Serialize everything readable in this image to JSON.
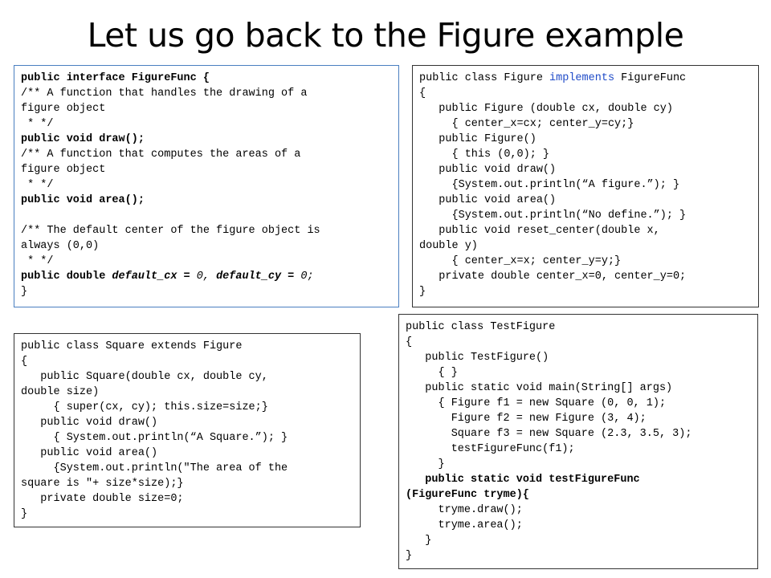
{
  "title": "Let us go back to the Figure example",
  "interface_box": {
    "lines": [
      "public interface FigureFunc {",
      "/** A function that handles the drawing of a",
      "figure object",
      " * */",
      "public void draw();",
      "/** A function that computes the areas of a",
      "figure object",
      " * */",
      "public void area();",
      "",
      "/** The default center of the figure object is",
      "always (0,0)",
      " * */",
      "public double ",
      "default_cx = ",
      "0, ",
      "default_cy = ",
      "0;",
      "}"
    ]
  },
  "figure_box": {
    "line1_a": "public class Figure ",
    "line1_kw": "implements",
    "line1_b": " FigureFunc",
    "lines": [
      "{",
      "   public Figure (double cx, double cy)",
      "     { center_x=cx; center_y=cy;}",
      "   public Figure()",
      "     { this (0,0); }",
      "   public void draw()",
      "     {System.out.println(“A figure.”); }",
      "   public void area()",
      "     {System.out.println(“No define.”); }",
      "   public void reset_center(double x,",
      "double y)",
      "     { center_x=x; center_y=y;}",
      "   private double center_x=0, center_y=0;",
      "}"
    ]
  },
  "square_box": {
    "lines": [
      "public class Square extends Figure",
      "{",
      "   public Square(double cx, double cy,",
      "double size)",
      "     { super(cx, cy); this.size=size;}",
      "   public void draw()",
      "     { System.out.println(“A Square.”); }",
      "   public void area()",
      "     {System.out.println(\"The area of the",
      "square is \"+ size*size);}",
      "   private double size=0;",
      "}"
    ]
  },
  "test_box": {
    "lines": [
      "public class TestFigure",
      "{",
      "   public TestFigure()",
      "     { }",
      "   public static void main(String[] args)",
      "     { Figure f1 = new Square (0, 0, 1);",
      "       Figure f2 = new Figure (3, 4);",
      "       Square f3 = new Square (2.3, 3.5, 3);",
      "       testFigureFunc(f1);",
      "     }",
      "   public static void testFigureFunc",
      "(FigureFunc tryme){",
      "     tryme.draw();",
      "     tryme.area();",
      "   }",
      "}"
    ]
  }
}
